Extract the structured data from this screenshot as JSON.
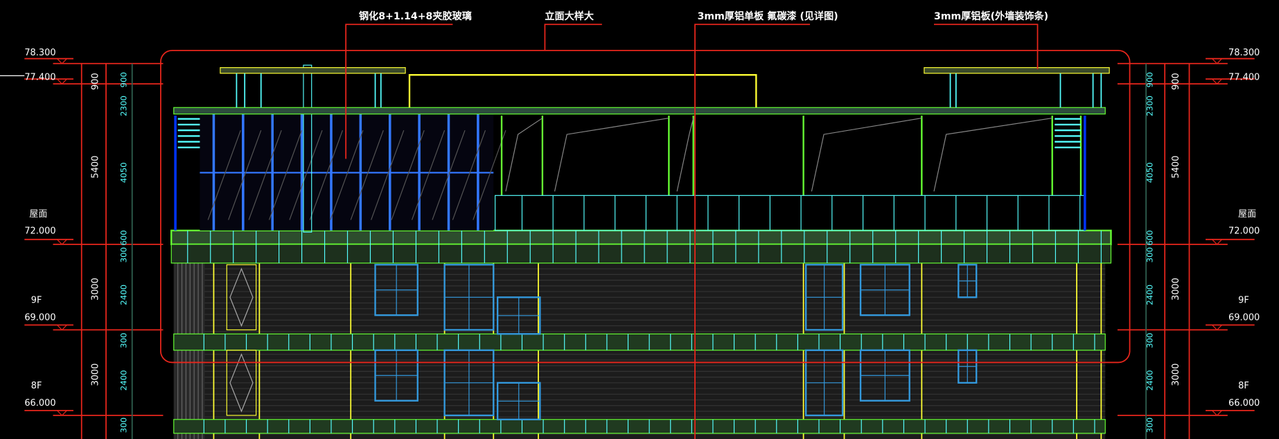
{
  "annotations": [
    "钢化8+1.14+8夹胶玻璃",
    "立面大样大",
    "3mm厚铝单板 氟碳漆 (见详图)",
    "3mm厚铝板(外墙装饰条)"
  ],
  "levels_left": [
    {
      "value": "78.300",
      "tag": ""
    },
    {
      "value": "77.400",
      "tag": ""
    },
    {
      "value": "72.000",
      "tag": "屋面"
    },
    {
      "value": "69.000",
      "tag": "9F"
    },
    {
      "value": "66.000",
      "tag": "8F"
    }
  ],
  "levels_right": [
    {
      "value": "78.300",
      "tag": ""
    },
    {
      "value": "77.400",
      "tag": ""
    },
    {
      "value": "72.000",
      "tag": "屋面"
    },
    {
      "value": "69.000",
      "tag": "9F"
    },
    {
      "value": "66.000",
      "tag": "8F"
    }
  ],
  "dims_outer": [
    "900",
    "5400",
    "3000",
    "3000"
  ],
  "dims_inner": [
    "900",
    "2300",
    "4050",
    "600",
    "300",
    "2400",
    "300",
    "2400",
    "300"
  ],
  "colors": {
    "red": "#e8261c",
    "yellow": "#ffff33",
    "green": "#66ff33",
    "cyan": "#55ffff",
    "blue": "#3377ff",
    "wall": "#1c1c1c"
  }
}
